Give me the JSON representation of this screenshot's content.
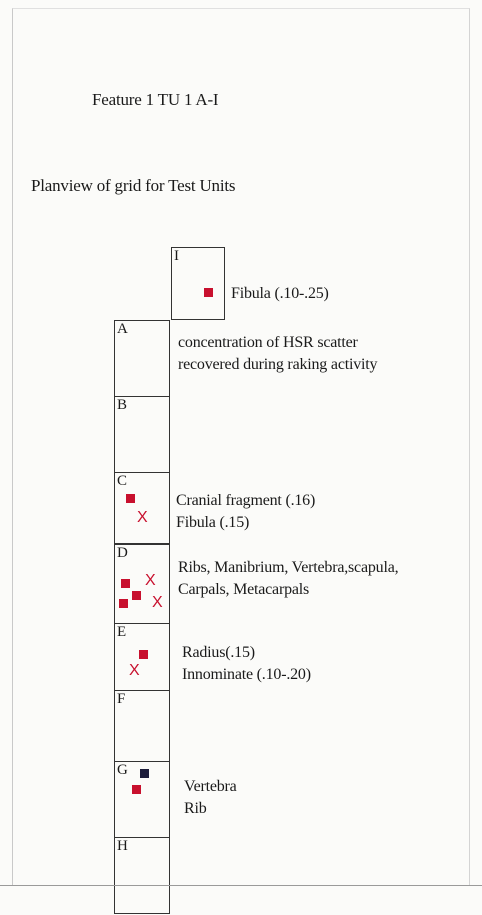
{
  "title": "Feature 1 TU 1 A-I",
  "subtitle": "Planview of grid for Test Units",
  "grid": {
    "cells": [
      {
        "letter": "I"
      },
      {
        "letter": "A"
      },
      {
        "letter": "B"
      },
      {
        "letter": "C"
      },
      {
        "letter": "D"
      },
      {
        "letter": "E"
      },
      {
        "letter": "F"
      },
      {
        "letter": "G"
      },
      {
        "letter": "H"
      }
    ]
  },
  "markers": {
    "x_glyph": "X",
    "colors": {
      "find_square": "#c8102e",
      "dark_square": "#1c1c3a",
      "x_mark": "#c8102e"
    }
  },
  "notes": {
    "i": [
      "Fibula (.10-.25)"
    ],
    "a": [
      "concentration of HSR scatter",
      "recovered during raking activity"
    ],
    "c": [
      "Cranial fragment (.16)",
      "Fibula (.15)"
    ],
    "d": [
      "Ribs, Manibrium, Vertebra,scapula,",
      "Carpals, Metacarpals"
    ],
    "e": [
      "Radius(.15)",
      "Innominate (.10-.20)"
    ],
    "g": [
      "Vertebra",
      "Rib"
    ]
  }
}
